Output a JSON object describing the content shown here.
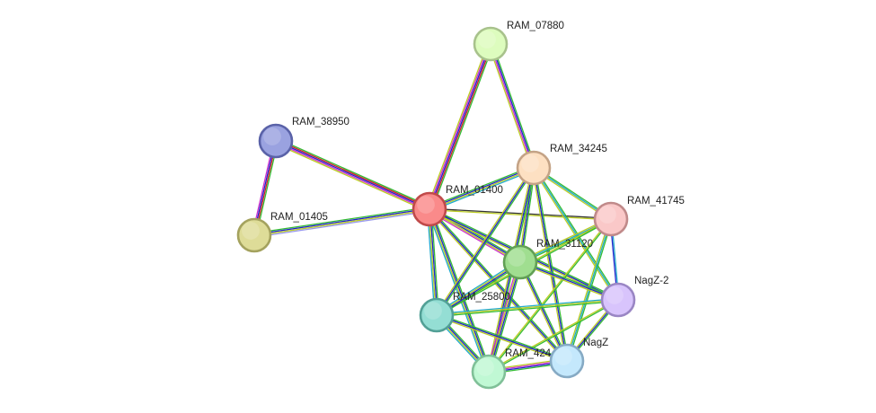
{
  "network": {
    "nodes": [
      {
        "id": "RAM_07880",
        "label": "RAM_07880",
        "fill": "#ddfcbe",
        "stroke": "#a8c28c"
      },
      {
        "id": "RAM_38950",
        "label": "RAM_38950",
        "fill": "#9aa2e0",
        "stroke": "#5a62a8"
      },
      {
        "id": "RAM_34245",
        "label": "RAM_34245",
        "fill": "#fde0c2",
        "stroke": "#c4a386"
      },
      {
        "id": "RAM_01400",
        "label": "RAM_01400",
        "fill": "#fa8a8a",
        "stroke": "#c04a4a"
      },
      {
        "id": "RAM_41745",
        "label": "RAM_41745",
        "fill": "#fac8c8",
        "stroke": "#c08a8a"
      },
      {
        "id": "RAM_01405",
        "label": "RAM_01405",
        "fill": "#dedc98",
        "stroke": "#a4a25e"
      },
      {
        "id": "RAM_31120",
        "label": "RAM_31120",
        "fill": "#a0de90",
        "stroke": "#62a055"
      },
      {
        "id": "NagZ-2",
        "label": "NagZ-2",
        "fill": "#d8c4fc",
        "stroke": "#9a86c4"
      },
      {
        "id": "RAM_25800",
        "label": "RAM_25800",
        "fill": "#94ded4",
        "stroke": "#52a096"
      },
      {
        "id": "NagZ",
        "label": "NagZ",
        "fill": "#c4e8fc",
        "stroke": "#86aac4"
      },
      {
        "id": "RAM_424",
        "label": "RAM_424",
        "fill": "#c0f8d4",
        "stroke": "#80c098"
      }
    ],
    "edges": [
      {
        "source": "RAM_07880",
        "target": "RAM_01400",
        "colors": [
          "#33bb33",
          "#cc2222",
          "#2222cc",
          "#cc33cc",
          "#bbcc22"
        ]
      },
      {
        "source": "RAM_07880",
        "target": "RAM_34245",
        "colors": [
          "#33bb33",
          "#2222cc",
          "#cc33cc",
          "#bbcc22"
        ]
      },
      {
        "source": "RAM_38950",
        "target": "RAM_01400",
        "colors": [
          "#33bb33",
          "#cc2222",
          "#2222cc",
          "#cc33cc",
          "#bbcc22"
        ]
      },
      {
        "source": "RAM_38950",
        "target": "RAM_01405",
        "colors": [
          "#33bb33",
          "#cc2222",
          "#2222cc",
          "#cc33cc"
        ]
      },
      {
        "source": "RAM_01405",
        "target": "RAM_01400",
        "colors": [
          "#33bb33",
          "#2222cc",
          "#bbcc22",
          "#9999ee"
        ]
      },
      {
        "source": "RAM_01400",
        "target": "RAM_34245",
        "colors": [
          "#33bb33",
          "#2222cc",
          "#bbcc22",
          "#22aacc"
        ]
      },
      {
        "source": "RAM_01400",
        "target": "RAM_41745",
        "colors": [
          "#333333",
          "#bbcc22"
        ]
      },
      {
        "source": "RAM_01400",
        "target": "RAM_31120",
        "colors": [
          "#33bb33",
          "#2222cc",
          "#bbcc22",
          "#cc33cc"
        ]
      },
      {
        "source": "RAM_01400",
        "target": "NagZ-2",
        "colors": [
          "#33bb33",
          "#2222cc",
          "#bbcc22"
        ]
      },
      {
        "source": "RAM_01400",
        "target": "RAM_25800",
        "colors": [
          "#33bb33",
          "#2222cc",
          "#bbcc22",
          "#22aacc"
        ]
      },
      {
        "source": "RAM_01400",
        "target": "NagZ",
        "colors": [
          "#33bb33",
          "#2222cc",
          "#bbcc22"
        ]
      },
      {
        "source": "RAM_01400",
        "target": "RAM_424",
        "colors": [
          "#33bb33",
          "#2222cc",
          "#bbcc22",
          "#22aacc"
        ]
      },
      {
        "source": "RAM_34245",
        "target": "RAM_41745",
        "colors": [
          "#33bb33",
          "#22aacc",
          "#bbcc22"
        ]
      },
      {
        "source": "RAM_34245",
        "target": "RAM_31120",
        "colors": [
          "#33bb33",
          "#2222cc",
          "#bbcc22"
        ]
      },
      {
        "source": "RAM_34245",
        "target": "NagZ-2",
        "colors": [
          "#33bb33",
          "#22aacc",
          "#bbcc22"
        ]
      },
      {
        "source": "RAM_34245",
        "target": "RAM_25800",
        "colors": [
          "#33bb33",
          "#2222cc",
          "#bbcc22"
        ]
      },
      {
        "source": "RAM_34245",
        "target": "NagZ",
        "colors": [
          "#33bb33",
          "#2222cc",
          "#bbcc22"
        ]
      },
      {
        "source": "RAM_34245",
        "target": "RAM_424",
        "colors": [
          "#33bb33",
          "#2222cc",
          "#bbcc22"
        ]
      },
      {
        "source": "RAM_41745",
        "target": "RAM_31120",
        "colors": [
          "#33bb33",
          "#22aacc",
          "#bbcc22"
        ]
      },
      {
        "source": "RAM_41745",
        "target": "NagZ-2",
        "colors": [
          "#22aacc",
          "#2222cc"
        ]
      },
      {
        "source": "RAM_41745",
        "target": "RAM_25800",
        "colors": [
          "#33bb33",
          "#bbcc22"
        ]
      },
      {
        "source": "RAM_41745",
        "target": "NagZ",
        "colors": [
          "#33bb33",
          "#22aacc",
          "#bbcc22"
        ]
      },
      {
        "source": "RAM_41745",
        "target": "RAM_424",
        "colors": [
          "#33bb33",
          "#bbcc22"
        ]
      },
      {
        "source": "RAM_31120",
        "target": "NagZ-2",
        "colors": [
          "#33bb33",
          "#2222cc",
          "#bbcc22"
        ]
      },
      {
        "source": "RAM_31120",
        "target": "RAM_25800",
        "colors": [
          "#33bb33",
          "#2222cc",
          "#bbcc22",
          "#22aacc"
        ]
      },
      {
        "source": "RAM_31120",
        "target": "NagZ",
        "colors": [
          "#33bb33",
          "#2222cc",
          "#bbcc22"
        ]
      },
      {
        "source": "RAM_31120",
        "target": "RAM_424",
        "colors": [
          "#33bb33",
          "#2222cc",
          "#bbcc22",
          "#cc33cc"
        ]
      },
      {
        "source": "NagZ-2",
        "target": "RAM_25800",
        "colors": [
          "#33bb33",
          "#bbcc22",
          "#22aacc"
        ]
      },
      {
        "source": "NagZ-2",
        "target": "NagZ",
        "colors": [
          "#33bb33",
          "#2222cc",
          "#bbcc22"
        ]
      },
      {
        "source": "NagZ-2",
        "target": "RAM_424",
        "colors": [
          "#33bb33",
          "#bbcc22"
        ]
      },
      {
        "source": "RAM_25800",
        "target": "NagZ",
        "colors": [
          "#33bb33",
          "#2222cc",
          "#bbcc22"
        ]
      },
      {
        "source": "RAM_25800",
        "target": "RAM_424",
        "colors": [
          "#33bb33",
          "#2222cc",
          "#bbcc22",
          "#22aacc"
        ]
      },
      {
        "source": "NagZ",
        "target": "RAM_424",
        "colors": [
          "#33bb33",
          "#2222cc",
          "#cc33cc",
          "#bbcc22"
        ]
      }
    ]
  }
}
